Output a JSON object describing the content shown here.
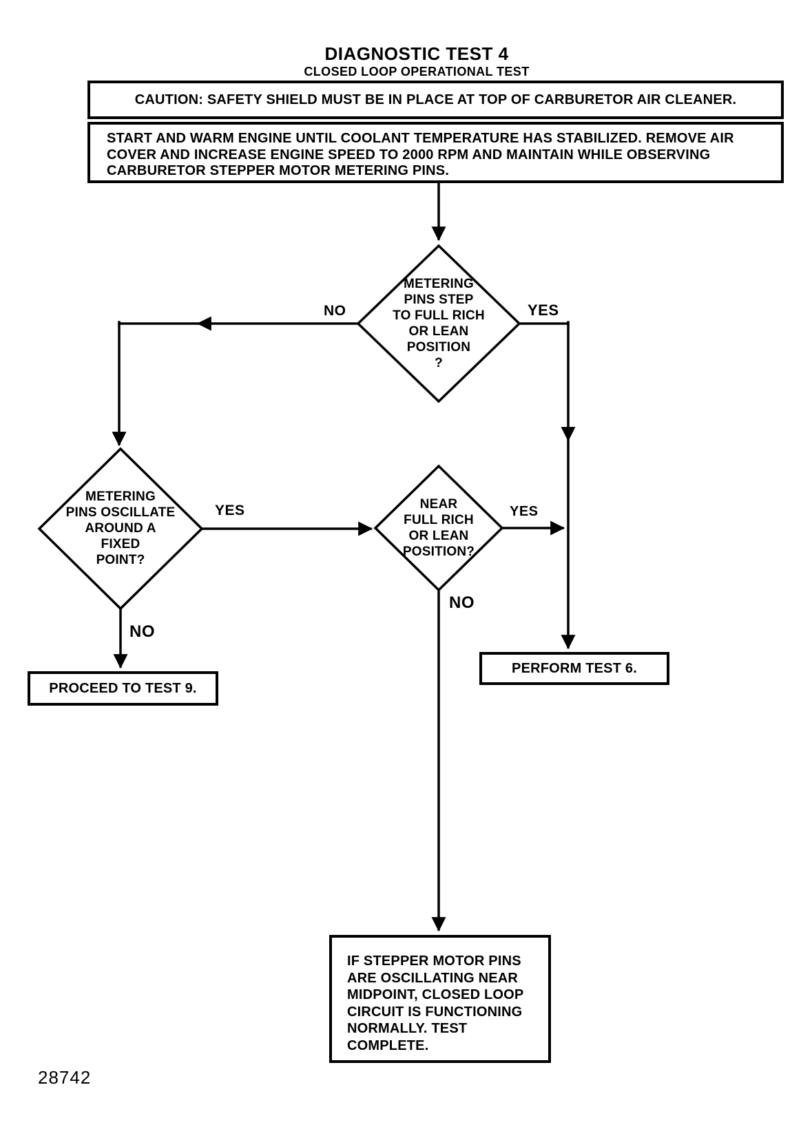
{
  "page": {
    "title": "DIAGNOSTIC TEST 4",
    "subtitle": "CLOSED LOOP OPERATIONAL TEST",
    "figure_number": "28742",
    "ink_color": "#000000",
    "paper_color": "#ffffff"
  },
  "boxes": {
    "caution": "CAUTION: SAFETY SHIELD MUST BE IN PLACE AT TOP OF CARBURETOR AIR CLEANER.",
    "start": "START AND WARM ENGINE UNTIL COOLANT TEMPERATURE HAS STABILIZED. REMOVE AIR\nCOVER AND INCREASE ENGINE SPEED TO 2000 RPM AND MAINTAIN WHILE OBSERVING\nCARBURETOR STEPPER MOTOR METERING PINS.",
    "proceed_test9": "PROCEED TO TEST 9.",
    "perform_test6": "PERFORM TEST 6.",
    "test_complete": "IF STEPPER MOTOR PINS\nARE OSCILLATING NEAR\nMIDPOINT, CLOSED LOOP\nCIRCUIT IS FUNCTIONING\nNORMALLY. TEST\nCOMPLETE."
  },
  "decisions": {
    "pins_step": {
      "text": "METERING\nPINS STEP\nTO FULL RICH\nOR LEAN\nPOSITION\n?",
      "no_label": "NO",
      "yes_label": "YES"
    },
    "pins_oscillate": {
      "text": "METERING\nPINS OSCILLATE\nAROUND A\nFIXED\nPOINT?",
      "yes_label": "YES",
      "no_label": "NO"
    },
    "near_full_rich": {
      "text": "NEAR\nFULL RICH\nOR LEAN\nPOSITION?",
      "yes_label": "YES",
      "no_label": "NO"
    }
  }
}
